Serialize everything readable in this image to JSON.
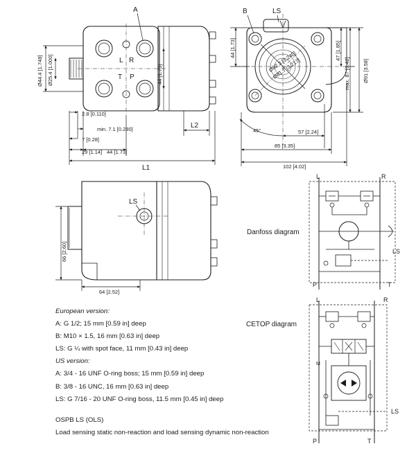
{
  "labels": {
    "port_a": "A",
    "port_l": "L",
    "port_r": "R",
    "port_t": "T",
    "port_p": "P",
    "port_b": "B",
    "port_ls": "LS",
    "side_ls": "LS",
    "l1": "L1",
    "l2": "L2"
  },
  "dims": {
    "d_448": "Ø44.4 [1.748]",
    "d_254": "Ø25.4 [1.000]",
    "d_44_173_front": "44 [1.73]",
    "d_28": "2.8 [0.110]",
    "d_min71": "min. 7.1 [0.280]",
    "d_7": "7 [0.28]",
    "d_29": "29 [1.14]",
    "d_44_bottom": "44 [1.73]",
    "d_44_rear_left": "44 [1.73]",
    "d_47": "47 [1.85]",
    "d_max87": "max. 87 [3.42]",
    "d_91": "Ø91 [3.58]",
    "d_823": "Ø82.3 [3.240]",
    "d_817": "Ø81.7 [3.217]",
    "d_45": "45°",
    "d_57": "57 [2.24]",
    "d_85": "85 [3.35]",
    "d_102": "102 [4.02]",
    "d_66": "66 [2.60]",
    "d_64": "64 [2.52]"
  },
  "schem": {
    "danfoss_caption": "Danfoss diagram",
    "cetop_caption": "CETOP diagram",
    "d_l": "L",
    "d_r": "R",
    "d_ls": "LS",
    "d_p": "P",
    "d_t": "T",
    "c_l": "L",
    "c_r": "R",
    "c_ls": "LS",
    "c_p": "P",
    "c_t": "T",
    "c_m": "M"
  },
  "notes": {
    "eu_title": "European version:",
    "eu_a": "A: G 1/2; 15 mm [0.59 in] deep",
    "eu_b": "B: M10 × 1.5, 16 mm [0.63 in] deep",
    "eu_ls": "LS: G ¼ with spot face, 11 mm [0.43 in] deep",
    "us_title": "US version:",
    "us_a": "A: 3/4 - 16 UNF O-ring boss; 15 mm [0.59 in] deep",
    "us_b": "B: 3/8 - 16 UNC, 16 mm [0.63 in] deep",
    "us_ls": "LS: G 7/16 - 20 UNF O-ring boss, 11.5 mm [0.45 in] deep",
    "model": "OSPB LS (OLS)",
    "description": "Load sensing static non-reaction and load sensing dynamic non-reaction"
  }
}
